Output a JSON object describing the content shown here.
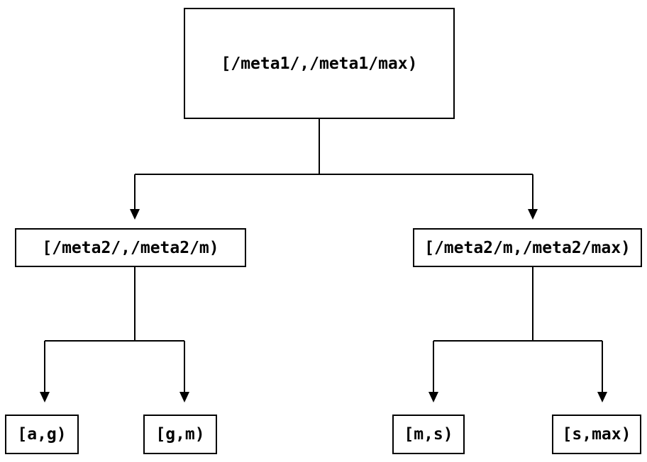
{
  "diagram": {
    "type": "binary-tree",
    "nodes": {
      "root": {
        "label": "[/meta1/,/meta1/max)"
      },
      "mid_left": {
        "label": "[/meta2/,/meta2/m)"
      },
      "mid_right": {
        "label": "[/meta2/m,/meta2/max)"
      },
      "leaf_ag": {
        "label": "[a,g)"
      },
      "leaf_gm": {
        "label": "[g,m)"
      },
      "leaf_ms": {
        "label": "[m,s)"
      },
      "leaf_smax": {
        "label": "[s,max)"
      }
    },
    "edges": [
      {
        "from": "root",
        "to": "mid_left"
      },
      {
        "from": "root",
        "to": "mid_right"
      },
      {
        "from": "mid_left",
        "to": "leaf_ag"
      },
      {
        "from": "mid_left",
        "to": "leaf_gm"
      },
      {
        "from": "mid_right",
        "to": "leaf_ms"
      },
      {
        "from": "mid_right",
        "to": "leaf_smax"
      }
    ],
    "colors": {
      "line": "#000000",
      "box_border": "#000000",
      "text": "#000000",
      "background": "#ffffff"
    }
  }
}
